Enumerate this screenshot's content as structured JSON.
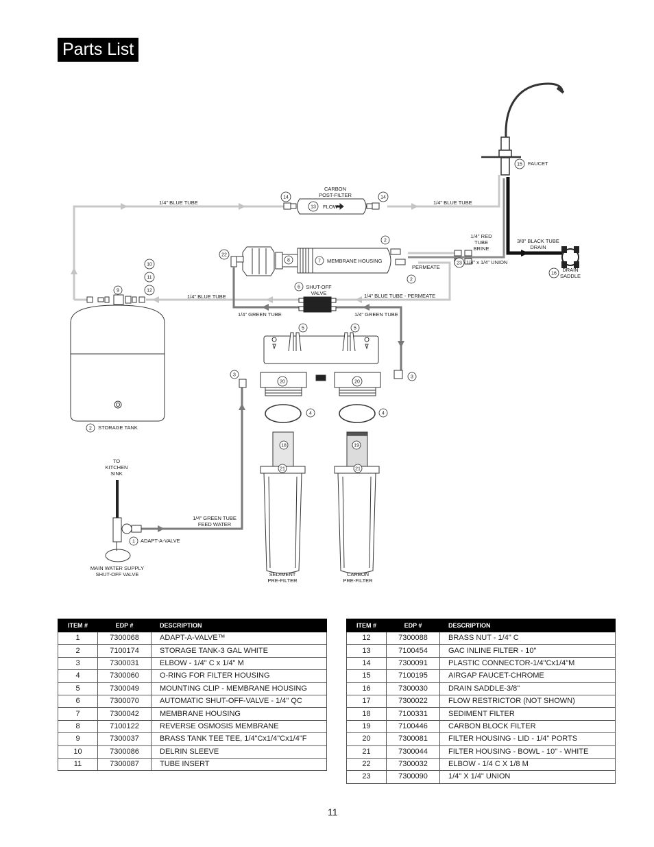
{
  "page": {
    "title": "Parts List",
    "number": "11"
  },
  "diagram": {
    "labels": {
      "faucet": "FAUCET",
      "carbon_post_filter": "CARBON POST-FILTER",
      "flow": "FLOW",
      "blue_tube_top_left": "1/4\" BLUE TUBE",
      "blue_tube_top_right": "1/4\" BLUE TUBE",
      "red_tube": "1/4\" RED TUBE BRINE",
      "black_tube": "3/8\" BLACK TUBE DRAIN",
      "membrane_housing": "MEMBRANE HOUSING",
      "permeate": "PERMEATE",
      "union": "1/4\" x 1/4\" UNION",
      "drain_saddle": "DRAIN SADDLE",
      "shut_off_valve": "SHUT-OFF VALVE",
      "blue_tube_tank": "1/4\" BLUE TUBE",
      "blue_tube_permeate": "1/4\" BLUE TUBE - PERMEATE",
      "green_tube_left": "1/4\" GREEN TUBE",
      "green_tube_right": "1/4\" GREEN TUBE",
      "storage_tank": "STORAGE TANK",
      "to_kitchen_sink": "TO KITCHEN SINK",
      "green_tube_feed": "1/4\" GREEN TUBE FEED WATER",
      "adapt_a_valve": "ADAPT-A-VALVE",
      "main_water_supply": "MAIN WATER SUPPLY SHUT-OFF VALVE",
      "sediment_pre_filter": "SEDIMENT PRE-FILTER",
      "carbon_pre_filter": "CARBON PRE-FILTER"
    },
    "callouts": {
      "n1": "1",
      "n2a": "2",
      "n2b": "2",
      "n2c": "2",
      "n3a": "3",
      "n3b": "3",
      "n4a": "4",
      "n4b": "4",
      "n5a": "5",
      "n5b": "5",
      "n6": "6",
      "n7": "7",
      "n8": "8",
      "n9": "9",
      "n10": "10",
      "n11": "11",
      "n12": "12",
      "n13": "13",
      "n14a": "14",
      "n14b": "14",
      "n15": "15",
      "n16": "16",
      "n18": "18",
      "n19": "19",
      "n20a": "20",
      "n20b": "20",
      "n21a": "21",
      "n21b": "21",
      "n22": "22",
      "n23": "23"
    }
  },
  "tables": {
    "headers": {
      "item": "ITEM #",
      "edp": "EDP #",
      "description": "DESCRIPTION"
    },
    "left": [
      {
        "item": "1",
        "edp": "7300068",
        "description": "ADAPT-A-VALVE™"
      },
      {
        "item": "2",
        "edp": "7100174",
        "description": "STORAGE TANK-3 GAL WHITE"
      },
      {
        "item": "3",
        "edp": "7300031",
        "description": "ELBOW - 1/4\"  C x 1/4\" M"
      },
      {
        "item": "4",
        "edp": "7300060",
        "description": "O-RING FOR FILTER HOUSING"
      },
      {
        "item": "5",
        "edp": "7300049",
        "description": "MOUNTING CLIP - MEMBRANE HOUSING"
      },
      {
        "item": "6",
        "edp": "7300070",
        "description": "AUTOMATIC SHUT-OFF-VALVE - 1/4\" QC"
      },
      {
        "item": "7",
        "edp": "7300042",
        "description": "MEMBRANE HOUSING"
      },
      {
        "item": "8",
        "edp": "7100122",
        "description": "REVERSE OSMOSIS MEMBRANE"
      },
      {
        "item": "9",
        "edp": "7300037",
        "description": "BRASS TANK TEE TEE, 1/4\"Cx1/4\"Cx1/4\"F"
      },
      {
        "item": "10",
        "edp": "7300086",
        "description": "DELRIN SLEEVE"
      },
      {
        "item": "11",
        "edp": "7300087",
        "description": "TUBE INSERT"
      }
    ],
    "right": [
      {
        "item": "12",
        "edp": "7300088",
        "description": "BRASS NUT - 1/4\" C"
      },
      {
        "item": "13",
        "edp": "7100454",
        "description": "GAC INLINE FILTER - 10\""
      },
      {
        "item": "14",
        "edp": "7300091",
        "description": "PLASTIC CONNECTOR-1/4\"Cx1/4\"M"
      },
      {
        "item": "15",
        "edp": "7100195",
        "description": "AIRGAP FAUCET-CHROME"
      },
      {
        "item": "16",
        "edp": "7300030",
        "description": "DRAIN SADDLE-3/8\""
      },
      {
        "item": "17",
        "edp": "7300022",
        "description": "FLOW RESTRICTOR (NOT SHOWN)"
      },
      {
        "item": "18",
        "edp": "7100331",
        "description": "SEDIMENT FILTER"
      },
      {
        "item": "19",
        "edp": "7100446",
        "description": "CARBON BLOCK FILTER"
      },
      {
        "item": "20",
        "edp": "7300081",
        "description": "FILTER HOUSING - LID - 1/4\" PORTS"
      },
      {
        "item": "21",
        "edp": "7300044",
        "description": "FILTER HOUSING - BOWL - 10\" - WHITE"
      },
      {
        "item": "22",
        "edp": "7300032",
        "description": "ELBOW - 1/4 C X 1/8 M"
      },
      {
        "item": "23",
        "edp": "7300090",
        "description": "1/4\" X 1/4\" UNION"
      }
    ]
  }
}
